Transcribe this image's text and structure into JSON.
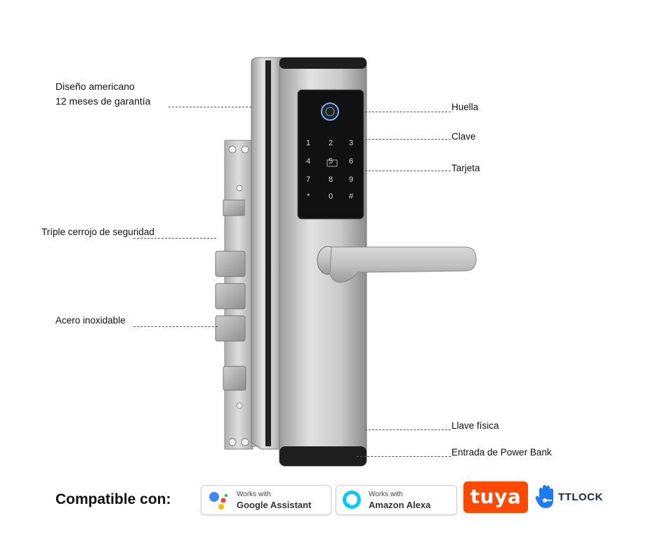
{
  "labels": {
    "design_line1": "Diseño americano",
    "design_line2": "12 meses de garantía",
    "triple_lock": "Tríple cerrojo de seguridad",
    "steel": "Acero inoxidable",
    "fingerprint": "Huella",
    "password": "Clave",
    "card": "Tarjeta",
    "physical_key": "Llave física",
    "power_bank": "Entrada de Power Bank"
  },
  "keypad": [
    "1",
    "2",
    "3",
    "4",
    "5",
    "6",
    "7",
    "8",
    "9",
    "*",
    "0",
    "#"
  ],
  "compatible": {
    "title": "Compatible con:",
    "google": {
      "small": "Works with",
      "big": "Google Assistant"
    },
    "alexa": {
      "small": "Works with",
      "big": "Amazon Alexa"
    },
    "tuya": "tuya",
    "ttlock": "TTLOCK"
  },
  "colors": {
    "tuya": "#ff4800",
    "alexa": "#00caff",
    "ttlock": "#1f7cf0",
    "google_blue": "#4285f4",
    "google_red": "#ea4335",
    "google_yellow": "#fbbc05",
    "google_green": "#34a853"
  }
}
